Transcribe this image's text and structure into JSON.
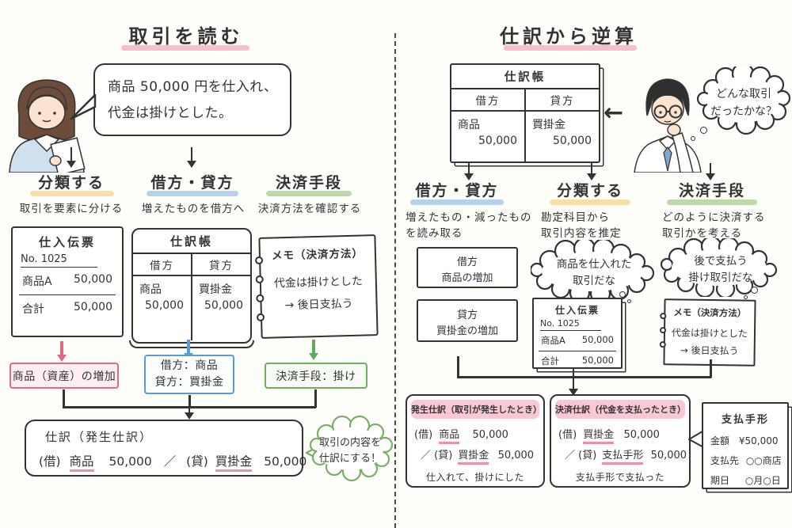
{
  "colors": {
    "ink": "#333333",
    "pink_accent": "#e06880",
    "blue_accent": "#5b9bd5",
    "green_accent": "#5faa5f",
    "pink_underline": "#f6afbe",
    "yellow_underline": "#f6d88e",
    "blue_underline": "#a3c6e8",
    "green_underline": "#abd094",
    "pink_highlight": "#f8c9d5"
  },
  "left": {
    "title": "取引を読む",
    "speech_bubble": {
      "line1": "商品 50,000 円を仕入れ、",
      "line2": "代金は掛けとした。"
    },
    "columns": [
      {
        "title": "分類する",
        "subtitle": "取引を要素に分ける"
      },
      {
        "title": "借方・貸方",
        "subtitle": "増えたものを借方へ"
      },
      {
        "title": "決済手段",
        "subtitle": "決済方法を確認する"
      }
    ],
    "slip": {
      "title": "仕入伝票",
      "number": "No. 1025",
      "item_label": "商品A",
      "item_amount": "50,000",
      "total_label": "合計",
      "total_amount": "50,000"
    },
    "journal": {
      "title": "仕訳帳",
      "debit_header": "借方",
      "credit_header": "貸方",
      "debit_account": "商品",
      "debit_amount": "50,000",
      "credit_account": "買掛金",
      "credit_amount": "50,000"
    },
    "memo": {
      "title": "メモ（決済方法）",
      "line1": "代金は掛けとした",
      "line2": "→ 後日支払う"
    },
    "badge_pink": "商品（資産）の増加",
    "badge_blue_line1": "借方：商品",
    "badge_blue_line2": "貸方：買掛金",
    "badge_green": "決済手段：掛け",
    "result": {
      "title": "仕訳（発生仕訳）",
      "debit_prefix": "(借)",
      "debit_account": "商品",
      "debit_amount": "50,000",
      "slash": "／",
      "credit_prefix": "(貸)",
      "credit_account": "買掛金",
      "credit_amount": "50,000"
    },
    "cloud": {
      "line1": "取引の内容を",
      "line2": "仕訳にする！"
    }
  },
  "right": {
    "title": "仕訳から逆算",
    "journal": {
      "title": "仕訳帳",
      "debit_header": "借方",
      "credit_header": "貸方",
      "debit_account": "商品",
      "debit_amount": "50,000",
      "credit_account": "買掛金",
      "credit_amount": "50,000"
    },
    "back_arrow": "←",
    "thought_bubble": {
      "line1": "どんな取引",
      "line2": "だったかな？"
    },
    "columns": [
      {
        "title": "借方・貸方",
        "subtitle1": "増えたもの・減ったもの",
        "subtitle2": "を読み取る"
      },
      {
        "title": "分類する",
        "subtitle1": "勘定科目から",
        "subtitle2": "取引内容を推定"
      },
      {
        "title": "決済手段",
        "subtitle1": "どのように決済する",
        "subtitle2": "取引かを考える"
      }
    ],
    "debit_box": {
      "line1": "借方",
      "line2": "商品の増加"
    },
    "credit_box": {
      "line1": "貸方",
      "line2": "買掛金の増加"
    },
    "cloud_classify": {
      "line1": "商品を仕入れた",
      "line2": "取引だな"
    },
    "slip": {
      "title": "仕入伝票",
      "number": "No. 1025",
      "item_label": "商品A",
      "item_amount": "50,000",
      "total_label": "合計",
      "total_amount": "50,000"
    },
    "cloud_settle": {
      "line1": "後で支払う",
      "line2": "掛け取引だな"
    },
    "memo": {
      "title": "メモ（決済方法）",
      "line1": "代金は掛けとした",
      "line2": "→ 後日支払う"
    },
    "entry_occurrence": {
      "header": "発生仕訳（取引が発生したとき）",
      "debit_prefix": "(借)",
      "debit_account": "商品",
      "debit_amount": "50,000",
      "credit_prefix": "／ (貸)",
      "credit_account": "買掛金",
      "credit_amount": "50,000",
      "caption": "仕入れて、掛けにした"
    },
    "entry_settlement": {
      "header": "決済仕訳（代金を支払ったとき）",
      "debit_prefix": "(借)",
      "debit_account": "買掛金",
      "debit_amount": "50,000",
      "credit_prefix": "／ (貸)",
      "credit_account": "支払手形",
      "credit_amount": "50,000",
      "caption": "支払手形で支払った"
    },
    "note": {
      "title": "支払手形",
      "row1_label": "金額",
      "row1_value": "¥50,000",
      "row2_label": "支払先",
      "row2_value": "○○商店",
      "row3_label": "期日",
      "row3_value": "○月○日"
    }
  }
}
